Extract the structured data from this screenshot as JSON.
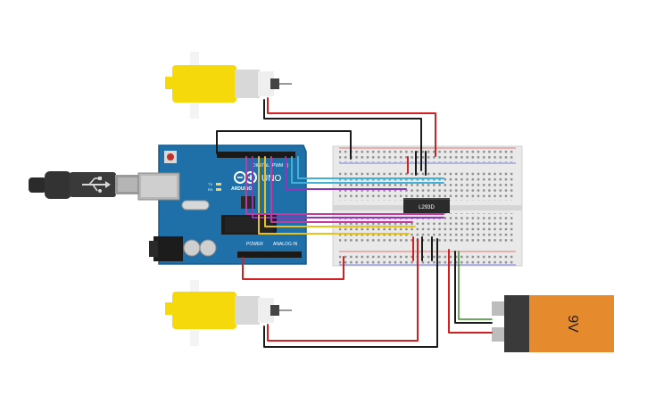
{
  "arduino": {
    "brand": "ARDUINO",
    "model": "UNO",
    "digital_label": "DIGITAL (PWM ~)",
    "power_label": "POWER",
    "analog_label": "ANALOG IN",
    "tx_label": "TX",
    "rx_label": "RX"
  },
  "chip": {
    "label": "L293D"
  },
  "battery": {
    "label": "9V"
  },
  "colors": {
    "board": "#1f6fa8",
    "breadboard": "#e9e9e9",
    "motor": "#f5d90a",
    "battery_top": "#3a3a3a",
    "battery_body": "#e68a2e",
    "wire_red": "#d42020",
    "wire_black": "#1a1a1a",
    "wire_cyan": "#3fb2d8",
    "wire_purple": "#8a3ab9",
    "wire_yellow": "#e8c21a",
    "wire_magenta": "#c43aa3",
    "wire_green": "#3a8a2a"
  }
}
